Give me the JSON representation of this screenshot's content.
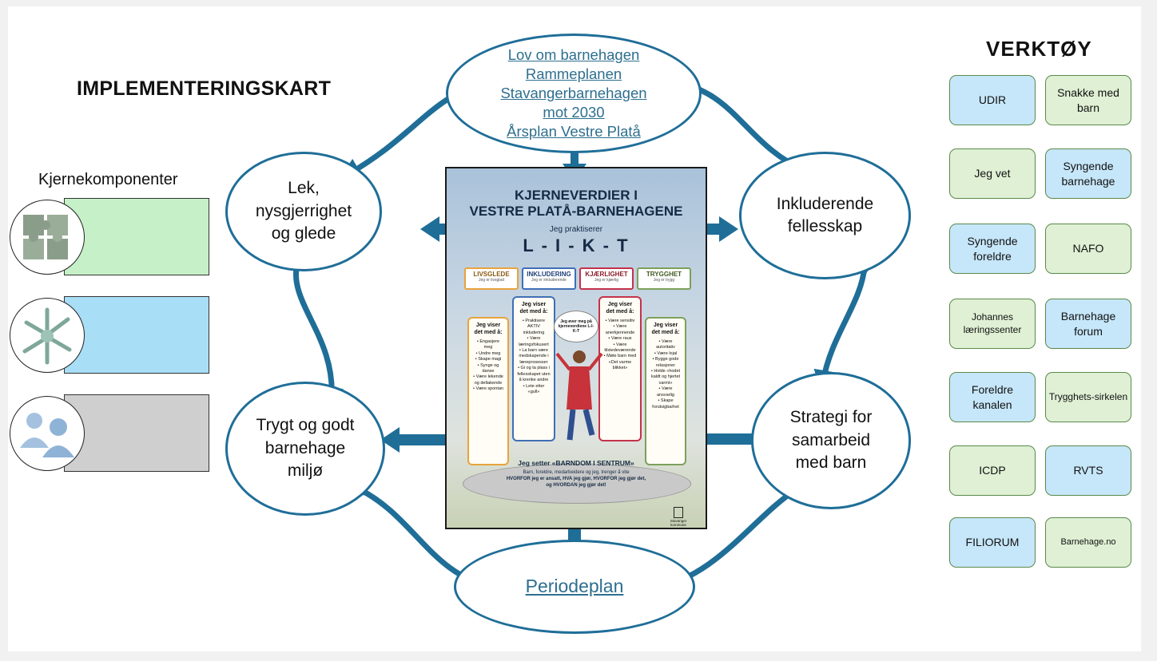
{
  "title": "IMPLEMENTERINGSKART",
  "kjernekomponenter": {
    "label": "Kjernekomponenter",
    "colors": [
      "#c6f0c8",
      "#a8def6",
      "#cfcfcf"
    ],
    "icons": [
      "puzzle-icon",
      "hands-icon",
      "people-icon"
    ]
  },
  "top_links": [
    "Lov om barnehagen",
    "Rammeplanen",
    "Stavangerbarnehagen",
    "mot 2030",
    "Årsplan Vestre Platå"
  ],
  "nodes": {
    "lek": "Lek,\nnysgjerrighet\nog glede",
    "inkluderende": "Inkluderende\nfellesskap",
    "trygt": "Trygt og godt\nbarnehage\nmiljø",
    "strategi": "Strategi for\nsamarbeid\nmed barn",
    "periodeplan": "Periodeplan"
  },
  "poster": {
    "title_line1": "KJERNEVERDIER I",
    "title_line2": "VESTRE PLATÅ-BARNEHAGENE",
    "subtitle": "Jeg praktiserer",
    "acronym": "L - I - K - T",
    "values": [
      {
        "name": "LIVSGLEDE",
        "sub": "Jeg er livsglad",
        "color": "#e8a33c"
      },
      {
        "name": "INKLUDERING",
        "sub": "Jeg er inkluderende",
        "color": "#3f6fb5"
      },
      {
        "name": "KJÆRLIGHET",
        "sub": "Jeg er kjærlig",
        "color": "#c5324a"
      },
      {
        "name": "TRYGGHET",
        "sub": "Jeg er trygg",
        "color": "#7da05a"
      }
    ],
    "columns": [
      {
        "head": "Jeg viser det med å:",
        "items": [
          "• Engasjere meg",
          "• Undre meg",
          "• Skape magi",
          "• Synge og danse",
          "• Være lekende og deltakende",
          "• Være spontan"
        ]
      },
      {
        "head": "Jeg viser det med å:",
        "items": [
          "• Praktisere AKTIV inkludering",
          "• Være læringsfokusert",
          "• La barn være medskapende i læreprosesser",
          "• Gi og ta plass i fellesskapet uten å krenke andre",
          "• Lete etter «gull»"
        ]
      },
      {
        "head": "Jeg viser det med å:",
        "items": [
          "• Være sensitiv",
          "• Være anerkjennende",
          "• Være raus",
          "• Være tilstedeværende",
          "• Møte barn med «Det varme blikket»"
        ]
      },
      {
        "head": "Jeg viser det med å:",
        "items": [
          "• Være autoritativ",
          "• Være lojal",
          "• Bygge gode relasjoner",
          "• Holde «hodet kaldt og hjertet varmt»",
          "• Være ansvarlig",
          "• Skape forutsigbarhet"
        ]
      }
    ],
    "bubble": "Jeg øver meg på kjerneverdiene L-I-K-T",
    "bottom_title": "Jeg setter «BARNDOM I SENTRUM»",
    "bottom_text_1": "Barn, foreldre, medarbeidere og jeg, trenger å vite",
    "bottom_text_2": "HVORFOR jeg er ansatt, HVA jeg gjør, HVORFOR jeg gjør det,",
    "bottom_text_3": "og HVORDAN jeg gjør det!",
    "logo": "Stavanger kommune"
  },
  "verktoy": {
    "title": "VERKTØY",
    "tools": [
      {
        "label": "UDIR",
        "color": "blue"
      },
      {
        "label": "Snakke med barn",
        "color": "green"
      },
      {
        "label": "Jeg vet",
        "color": "green"
      },
      {
        "label": "Syngende barnehage",
        "color": "blue"
      },
      {
        "label": "Syngende foreldre",
        "color": "blue"
      },
      {
        "label": "NAFO",
        "color": "green"
      },
      {
        "label": "Johannes læringssenter",
        "color": "green"
      },
      {
        "label": "Barnehage forum",
        "color": "blue"
      },
      {
        "label": "Foreldre kanalen",
        "color": "blue"
      },
      {
        "label": "Trygghets-sirkelen",
        "color": "green"
      },
      {
        "label": "ICDP",
        "color": "green"
      },
      {
        "label": "RVTS",
        "color": "blue"
      },
      {
        "label": "FILIORUM",
        "color": "blue"
      },
      {
        "label": "Barnehage.no",
        "color": "green"
      }
    ]
  }
}
